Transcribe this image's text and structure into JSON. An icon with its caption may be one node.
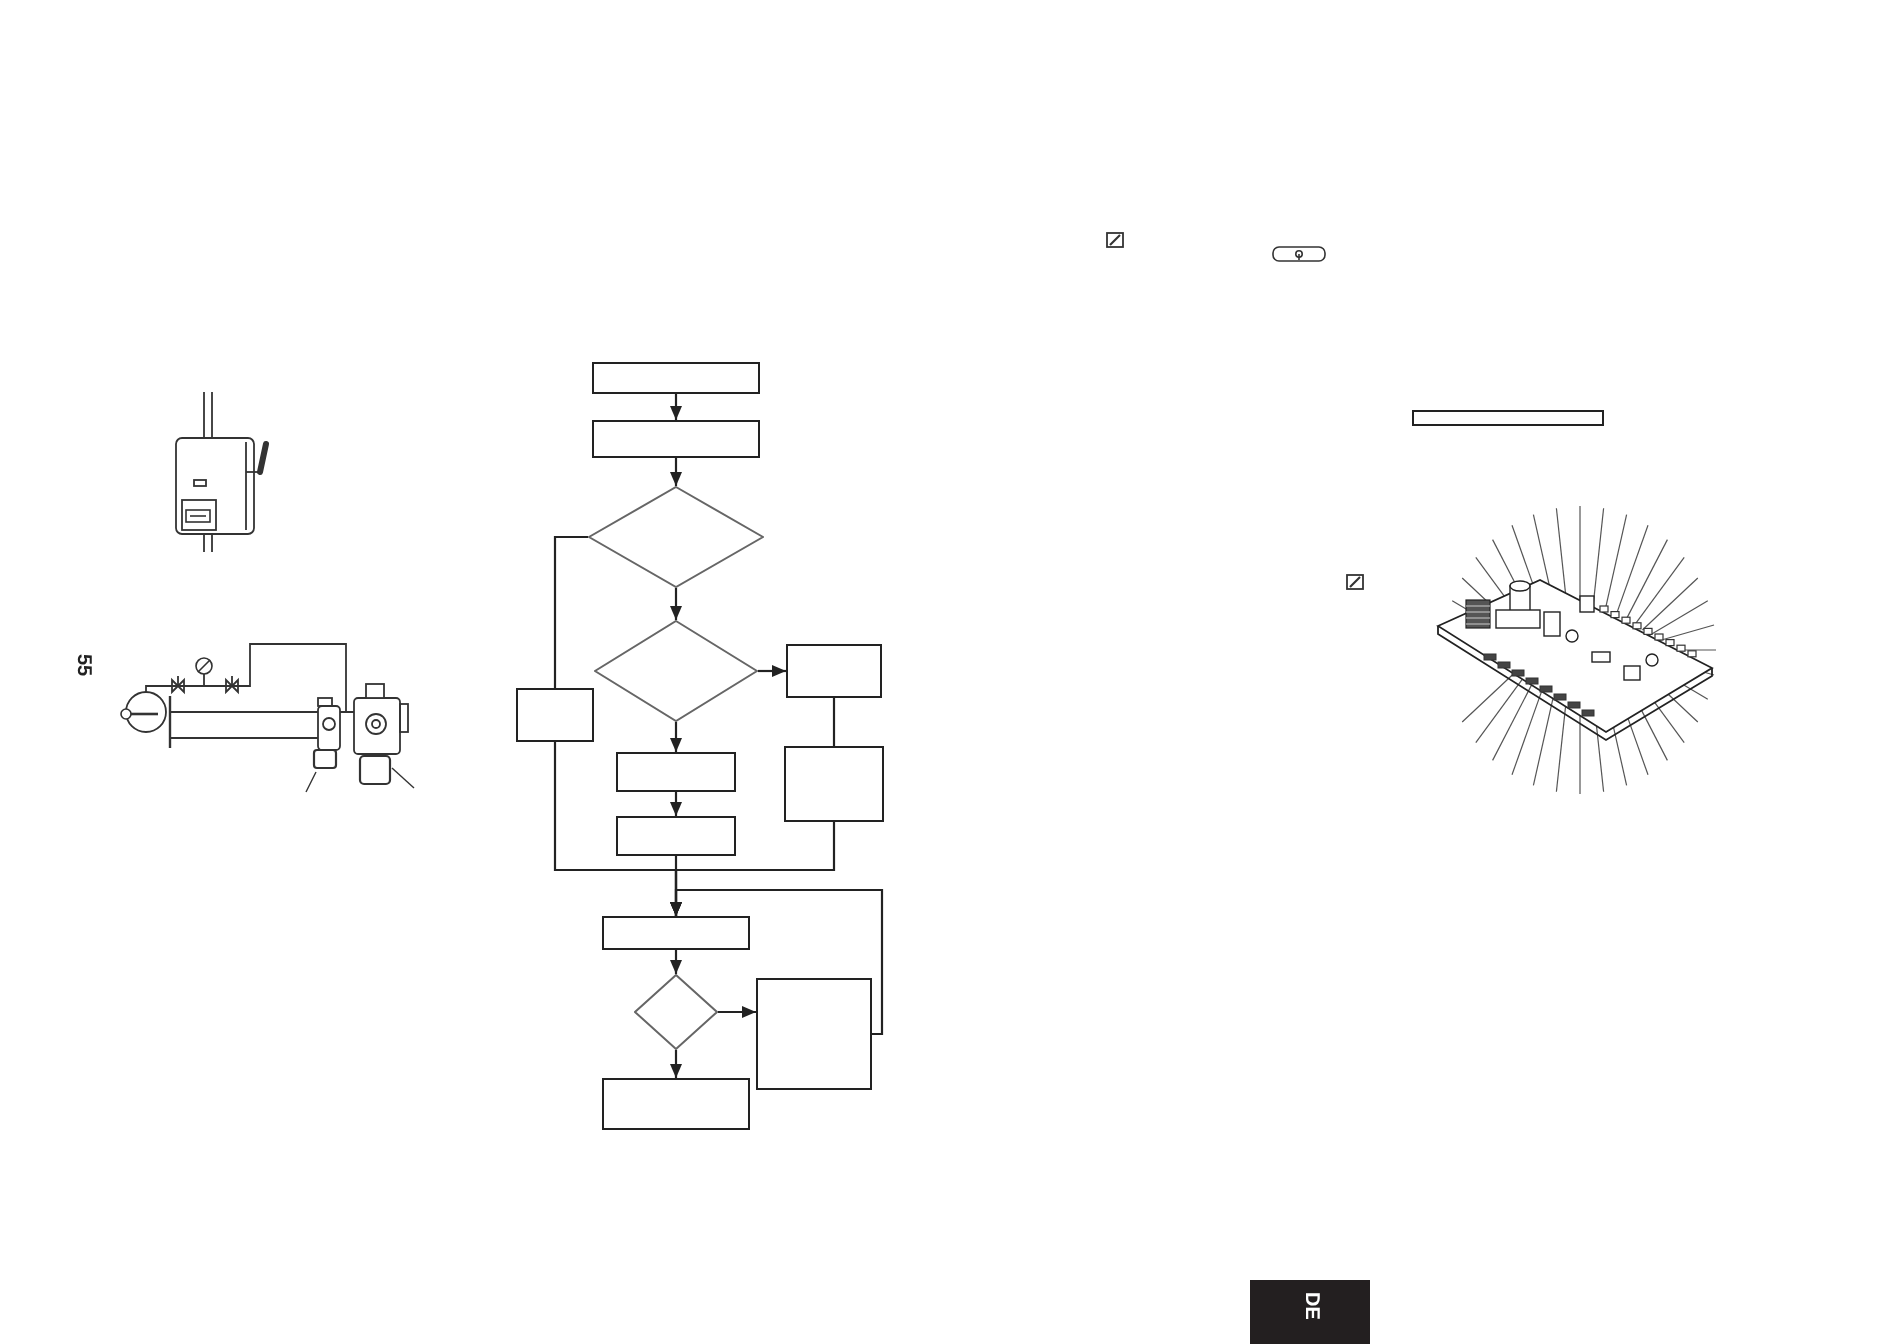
{
  "diagram": {
    "nodes": [
      {
        "text": [],
        "shape": "box"
      },
      {
        "text": [],
        "shape": "box"
      },
      {
        "text": [],
        "shape": "diamond"
      },
      {
        "text": [],
        "shape": "diamond"
      },
      {
        "text": [],
        "shape": "box"
      },
      {
        "text": [],
        "shape": "box"
      },
      {
        "text": [],
        "shape": "box"
      },
      {
        "text": [],
        "shape": "box"
      },
      {
        "text": [],
        "shape": "box"
      },
      {
        "text": [],
        "shape": "box"
      },
      {
        "text": [],
        "shape": "diamond"
      },
      {
        "text": [],
        "shape": "box"
      },
      {
        "text": [],
        "shape": "box"
      },
      {
        "text": [],
        "shape": "box"
      },
      {
        "text": [
          "DE"
        ]
      }
    ],
    "edges": [
      {
        "from": 0,
        "to": 1,
        "arrow": "to"
      },
      {
        "from": 1,
        "to": 2,
        "arrow": "to"
      },
      {
        "from": 2,
        "to": 5,
        "arrow": "none"
      },
      {
        "from": 2,
        "to": 3,
        "arrow": "to"
      },
      {
        "from": 3,
        "to": 4,
        "arrow": "to"
      },
      {
        "from": 3,
        "to": 6,
        "arrow": "to"
      },
      {
        "from": 4,
        "to": 8,
        "arrow": "none"
      },
      {
        "from": 6,
        "to": 7,
        "arrow": "to"
      },
      {
        "from": 5,
        "to": 9,
        "arrow": "to"
      },
      {
        "from": 7,
        "to": 9,
        "arrow": "to"
      },
      {
        "from": 8,
        "to": 9,
        "arrow": "to"
      },
      {
        "from": 9,
        "to": 10,
        "arrow": "to"
      },
      {
        "from": 10,
        "to": 11,
        "arrow": "to"
      },
      {
        "from": 10,
        "to": 12,
        "arrow": "to"
      },
      {
        "from": 11,
        "to": 9,
        "arrow": "to"
      }
    ],
    "labels": [
      "55"
    ]
  }
}
